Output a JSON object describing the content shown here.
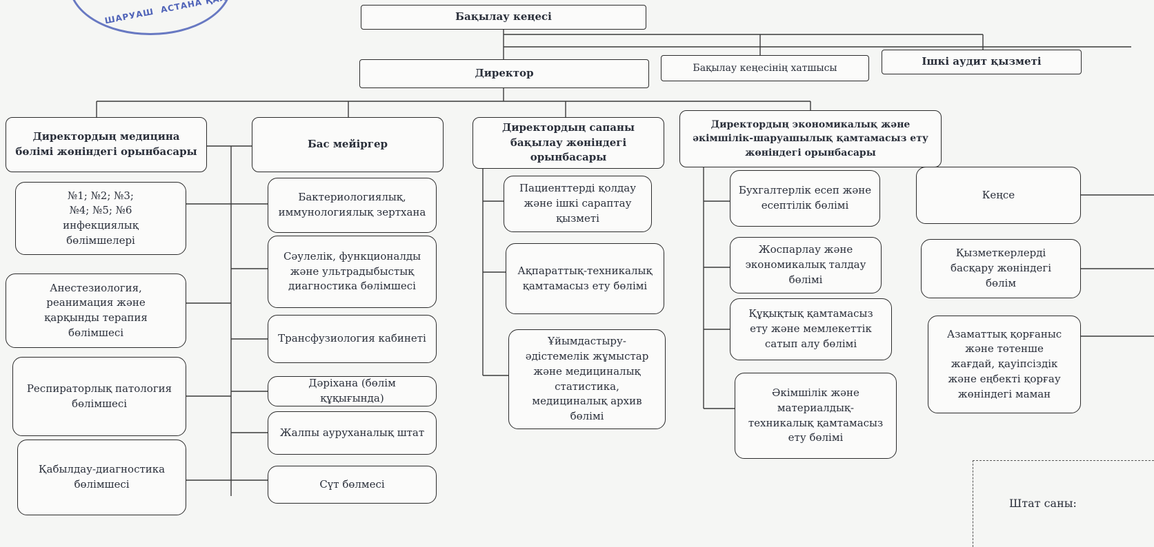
{
  "stamp": {
    "text_line1": "ШАРУАШ",
    "text_line2": "АСТАНА ҚАЛАСЫ"
  },
  "org": {
    "supervisory_board": "Бақылау кеңесі",
    "director": "Директор",
    "board_secretary": "Бақылау кеңесінің хатшысы",
    "internal_audit": "Ішкі аудит қызметі"
  },
  "branches": {
    "medical_deputy": {
      "title": "Директордың медицина\nбөлімі жөніндегі орынбасары",
      "units": [
        "№1; №2; №3;\n№4; №5; №6\nинфекциялық\nбөлімшелері",
        "Анестезиология,\nреанимация және\nқарқынды терапия\nбөлімшесі",
        "Респираторлық патология\nбөлімшесі",
        "Қабылдау-диагностика\nбөлімшесі"
      ]
    },
    "head_nurse": {
      "title": "Бас мейіргер",
      "units": [
        "Бактериологиялық,\nиммунологиялық зертхана",
        "Сәулелік, функционалды\nжәне ультрадыбыстық\nдиагностика бөлімшесі",
        "Трансфузиология кабинеті",
        "Дәріхана (бөлім құқығында)",
        "Жалпы ауруханалық штат",
        "Сүт бөлмесі"
      ]
    },
    "quality_deputy": {
      "title": "Директордың сапаны\nбақылау жөніндегі\nорынбасары",
      "units": [
        "Пациенттерді қолдау\nжәне ішкі сараптау\nқызметі",
        "Ақпараттық-техникалық\nқамтамасыз ету бөлімі",
        "Ұйымдастыру-\nәдістемелік жұмыстар\nжәне медициналық\nстатистика,\nмедициналық архив\nбөлімі"
      ]
    },
    "economic_deputy": {
      "title": "Директордың экономикалық және\nәкімшілік-шаруашылық қамтамасыз ету\nжөніндегі орынбасары",
      "units": [
        "Бухгалтерлік есеп және\nесептілік бөлімі",
        "Жоспарлау және\nэкономикалық талдау\nбөлімі",
        "Құқықтық қамтамасыз\nету және мемлекеттік\nсатып алу бөлімі",
        "Әкімшілік және\nматериалдық-\nтехникалық қамтамасыз\nету        бөлімі"
      ],
      "side_units": [
        "Кеңсе",
        "Қызметкерлерді\nбасқару жөніндегі\nбөлім",
        "Азаматтық қорғаныс\nжәне төтенше\nжағдай, қауіпсіздік\nжәне еңбекті қорғау\nжөніндегі маман"
      ]
    }
  },
  "footer": {
    "staff_count_label": "Штат саны:"
  }
}
